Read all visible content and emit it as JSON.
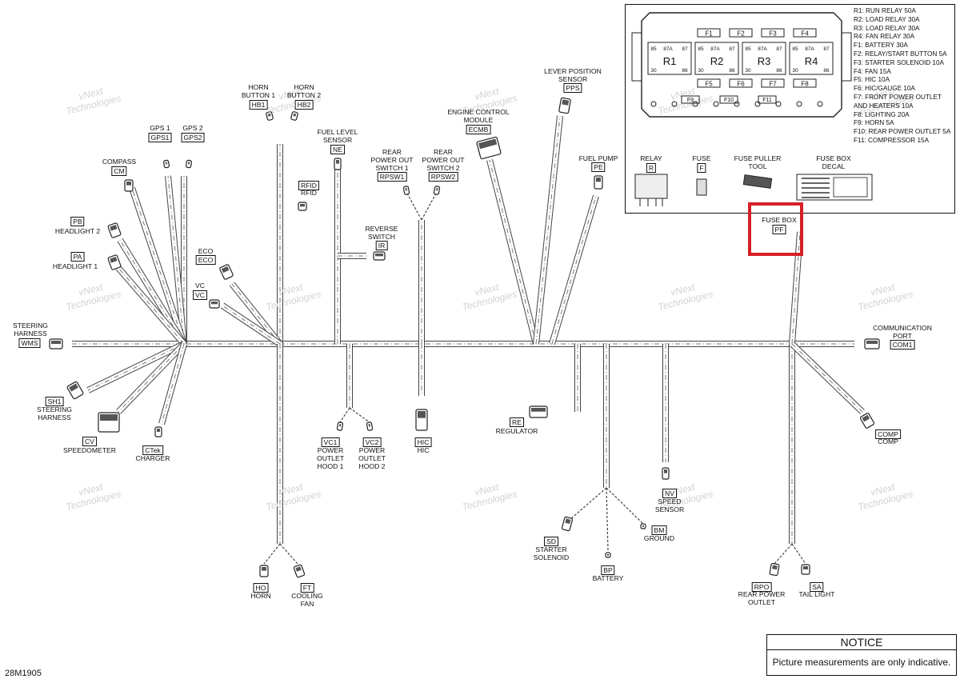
{
  "drawing_number": "28M1905",
  "notice": {
    "title": "NOTICE",
    "text": "Picture measurements are only indicative."
  },
  "watermark": {
    "text": "vNext\nTechnologies",
    "color": "#d2d2d2"
  },
  "highlight": {
    "color": "#d61f26",
    "target": "PF"
  },
  "legend": [
    "R1: RUN RELAY 50A",
    "R2: LOAD RELAY 30A",
    "R3: LOAD RELAY 30A",
    "R4: FAN RELAY 30A",
    "F1: BATTERY 30A",
    "F2: RELAY/START BUTTON 5A",
    "F3: STARTER SOLENOID 10A",
    "F4: FAN 15A",
    "F5: HIC 10A",
    "F6: HIC/GAUGE 10A",
    "F7: FRONT POWER OUTLET",
    "     AND HEATERS 10A",
    "F8: LIGHTING 20A",
    "F9: HORN 5A",
    "F10: REAR POWER OUTLET 5A",
    "F11: COMPRESSOR 15A"
  ],
  "fusebox": {
    "top_fuses": [
      "F1",
      "F2",
      "F3",
      "F4"
    ],
    "bottom_fuses": [
      "F5",
      "F6",
      "F7",
      "F8"
    ],
    "small_fuses": [
      "F9",
      "F10",
      "F11"
    ],
    "relays": [
      "R1",
      "R2",
      "R3",
      "R4"
    ],
    "pins": {
      "p85": "85",
      "p87a": "87A",
      "p87": "87",
      "p30": "30",
      "p86": "86"
    }
  },
  "parts": [
    {
      "name": "RELAY",
      "code": "R"
    },
    {
      "name": "FUSE",
      "code": "F"
    },
    {
      "name": "FUSE PULLER\nTOOL",
      "code": ""
    },
    {
      "name": "FUSE BOX\nDECAL",
      "code": ""
    }
  ],
  "components": [
    {
      "id": "steering-harness-wms",
      "label": "STEERING\nHARNESS",
      "code": "WMS"
    },
    {
      "id": "headlight-2",
      "label": "HEADLIGHT 2",
      "code": "PB"
    },
    {
      "id": "headlight-1",
      "label": "HEADLIGHT 1",
      "code": "PA"
    },
    {
      "id": "compass",
      "label": "COMPASS",
      "code": "CM"
    },
    {
      "id": "gps-1",
      "label": "GPS 1",
      "code": "GPS1"
    },
    {
      "id": "gps-2",
      "label": "GPS 2",
      "code": "GPS2"
    },
    {
      "id": "horn-button-1",
      "label": "HORN\nBUTTON 1",
      "code": "HB1"
    },
    {
      "id": "horn-button-2",
      "label": "HORN\nBUTTON 2",
      "code": "HB2"
    },
    {
      "id": "rfid",
      "label": "RFID",
      "code": "RFID"
    },
    {
      "id": "eco",
      "label": "ECO",
      "code": "ECO"
    },
    {
      "id": "vc",
      "label": "VC",
      "code": "VC"
    },
    {
      "id": "fuel-level-sensor",
      "label": "FUEL LEVEL\nSENSOR",
      "code": "NE"
    },
    {
      "id": "reverse-switch",
      "label": "REVERSE\nSWITCH",
      "code": "IR"
    },
    {
      "id": "rear-power-out-switch-1",
      "label": "REAR\nPOWER OUT\nSWITCH 1",
      "code": "RPSW1"
    },
    {
      "id": "rear-power-out-switch-2",
      "label": "REAR\nPOWER OUT\nSWITCH 2",
      "code": "RPSW2"
    },
    {
      "id": "engine-control-module",
      "label": "ENGINE CONTROL\nMODULE",
      "code": "ECMB"
    },
    {
      "id": "lever-position-sensor",
      "label": "LEVER POSITION\nSENSOR",
      "code": "PPS"
    },
    {
      "id": "fuel-pump",
      "label": "FUEL PUMP",
      "code": "PE"
    },
    {
      "id": "fuse-box",
      "label": "FUSE BOX",
      "code": "PF"
    },
    {
      "id": "communication-port",
      "label": "COMMUNICATION\nPORT",
      "code": "COM1"
    },
    {
      "id": "steering-harness-sh1",
      "label": "STEERING\nHARNESS",
      "code": "SH1"
    },
    {
      "id": "speedometer",
      "label": "SPEEDOMETER",
      "code": "CV"
    },
    {
      "id": "charger",
      "label": "CHARGER",
      "code": "CTek"
    },
    {
      "id": "power-outlet-hood-1",
      "label": "POWER\nOUTLET\nHOOD 1",
      "code": "VC1"
    },
    {
      "id": "power-outlet-hood-2",
      "label": "POWER\nOUTLET\nHOOD 2",
      "code": "VC2"
    },
    {
      "id": "hic",
      "label": "HIC",
      "code": "HIC"
    },
    {
      "id": "regulator",
      "label": "REGULATOR",
      "code": "RE"
    },
    {
      "id": "speed-sensor",
      "label": "SPEED\nSENSOR",
      "code": "NV"
    },
    {
      "id": "ground",
      "label": "GROUND",
      "code": "BM"
    },
    {
      "id": "starter-solenoid",
      "label": "STARTER\nSOLENOID",
      "code": "SD"
    },
    {
      "id": "battery",
      "label": "BATTERY",
      "code": "BP"
    },
    {
      "id": "horn",
      "label": "HORN",
      "code": "HO"
    },
    {
      "id": "cooling-fan",
      "label": "COOLING\nFAN",
      "code": "FT"
    },
    {
      "id": "rear-power-outlet",
      "label": "REAR POWER\nOUTLET",
      "code": "RPO"
    },
    {
      "id": "tail-light",
      "label": "TAIL LIGHT",
      "code": "SA"
    },
    {
      "id": "comp",
      "label": "COMP",
      "code": "COMP"
    }
  ]
}
